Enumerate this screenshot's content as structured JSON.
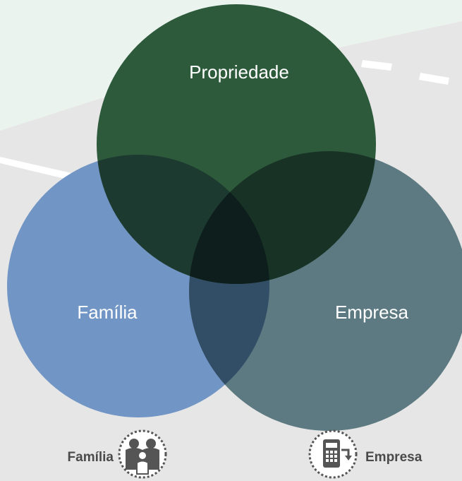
{
  "diagram": {
    "circles": [
      {
        "id": "propriedade",
        "label": "Propriedade",
        "color": "#2e5a3c"
      },
      {
        "id": "familia",
        "label": "Família",
        "color": "#7195c4"
      },
      {
        "id": "empresa",
        "label": "Empresa",
        "color": "#5d7a82"
      }
    ],
    "legend": {
      "familia": {
        "label": "Família",
        "icon": "family-icon"
      },
      "empresa": {
        "label": "Empresa",
        "icon": "calculator-icon"
      }
    }
  }
}
